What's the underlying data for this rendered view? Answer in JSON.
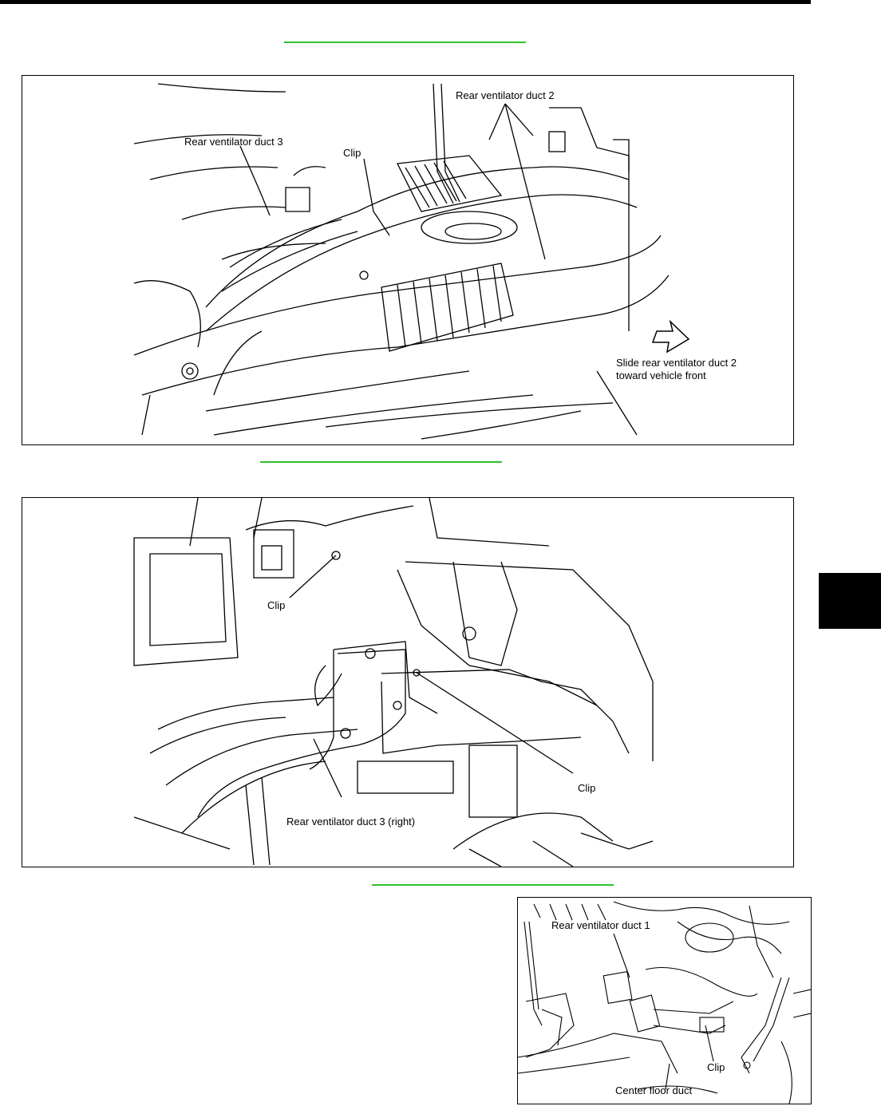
{
  "figure1": {
    "labels": {
      "rear_duct_2": "Rear ventilator duct 2",
      "rear_duct_3": "Rear ventilator duct 3",
      "clip": "Clip",
      "slide_line1": "Slide rear ventilator duct 2",
      "slide_line2": "toward vehicle front"
    },
    "icon": "arrow-right-icon"
  },
  "figure2": {
    "labels": {
      "clip_upper": "Clip",
      "clip_lower": "Clip",
      "rear_duct_3_right": "Rear ventilator duct 3 (right)"
    }
  },
  "figure3": {
    "labels": {
      "rear_duct_1": "Rear ventilator duct 1",
      "clip": "Clip",
      "center_floor_duct": "Center floor duct"
    }
  },
  "colors": {
    "link": "#2fbf2f",
    "ink": "#000000"
  }
}
